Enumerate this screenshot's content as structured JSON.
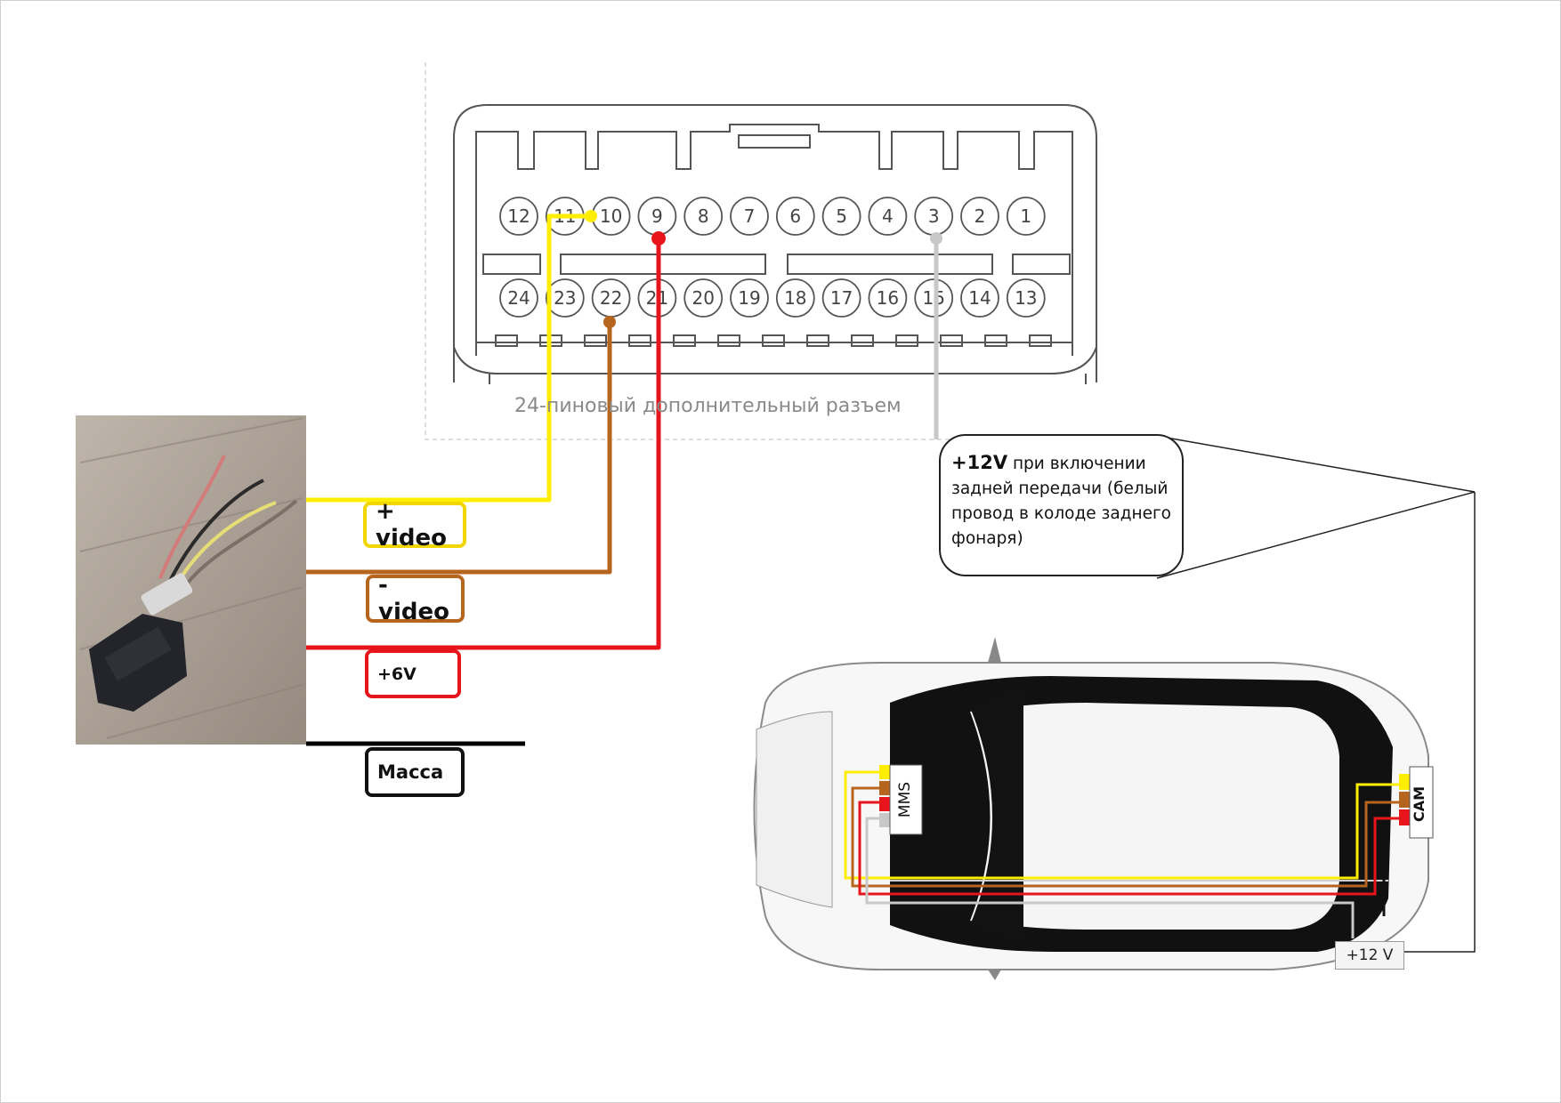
{
  "connector": {
    "caption": "24-пиновый дополнительный разъем",
    "top_row": [
      "12",
      "11",
      "10",
      "9",
      "8",
      "7",
      "6",
      "5",
      "4",
      "3",
      "2",
      "1"
    ],
    "bottom_row": [
      "24",
      "23",
      "22",
      "21",
      "20",
      "19",
      "18",
      "17",
      "16",
      "15",
      "14",
      "13"
    ]
  },
  "wires": [
    {
      "label": "+ video",
      "color": "#ffee00",
      "pin": "11→10"
    },
    {
      "label": "- video",
      "color": "#b5651d",
      "pin": "22"
    },
    {
      "label": "+6V",
      "color": "#e8141b",
      "pin": "9"
    },
    {
      "label": "Масса",
      "color": "#000000",
      "pin": ""
    }
  ],
  "note": {
    "bold": "+12V",
    "text": " при включении задней передачи (белый провод в колоде заднего фонаря)"
  },
  "car": {
    "mms_label": "MMS",
    "cam_label": "CAM",
    "power_label": "+12 V"
  },
  "colors": {
    "yellow": "#ffee00",
    "brown": "#b5651d",
    "red": "#e8141b",
    "grey": "#c8c8c8",
    "black": "#000000"
  },
  "icons": [
    "connector-photo",
    "car-top-view"
  ]
}
